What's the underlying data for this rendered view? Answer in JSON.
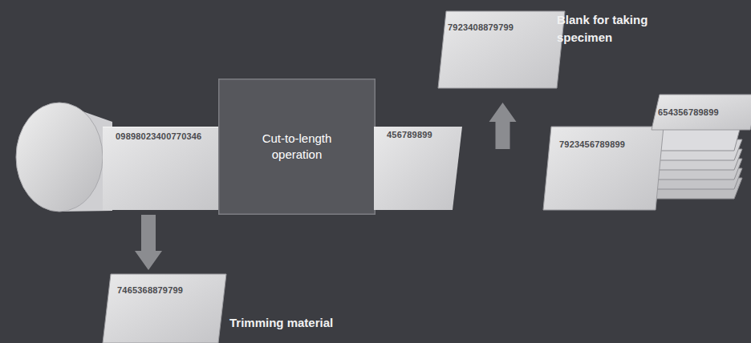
{
  "diagram": {
    "nodes": [
      {
        "text": [
          "09898023400770346"
        ]
      },
      {
        "text": [
          "Cut-to-length operation"
        ]
      },
      {
        "text": [
          "456789899"
        ]
      },
      {
        "text": [
          "7923408879799"
        ]
      },
      {
        "text": [
          "7923456789899"
        ]
      },
      {
        "text": [
          "654356789899"
        ]
      },
      {
        "text": [
          "7465368879799"
        ]
      }
    ],
    "edges": [
      {
        "from": 0,
        "to": 6,
        "arrow": "to"
      },
      {
        "from": 2,
        "to": 3,
        "arrow": "to"
      }
    ],
    "labels": [
      "Blank for taking specimen",
      "Trimming material"
    ]
  }
}
